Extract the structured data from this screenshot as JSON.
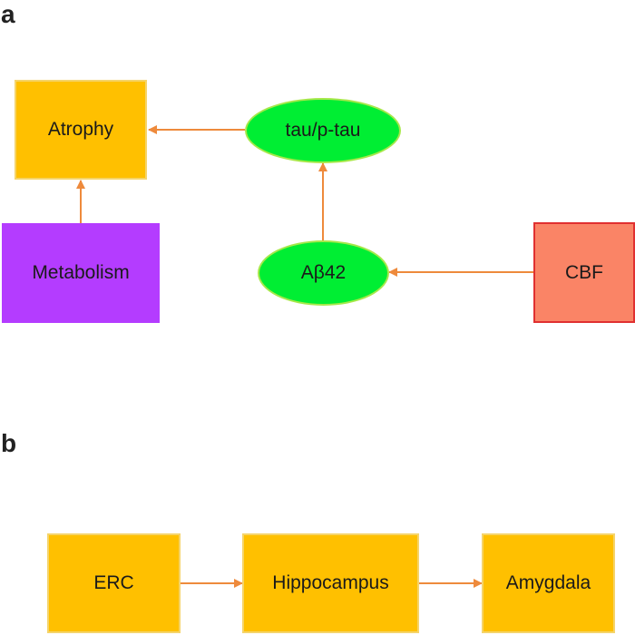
{
  "panels": {
    "a": {
      "label": "a",
      "nodes": {
        "atrophy": "Atrophy",
        "tau": "tau/p-tau",
        "metabolism": "Metabolism",
        "abeta": "Aβ42",
        "cbf": "CBF"
      }
    },
    "b": {
      "label": "b",
      "nodes": {
        "erc": "ERC",
        "hippocampus": "Hippocampus",
        "amygdala": "Amygdala"
      }
    }
  },
  "colors": {
    "arrow": "#ee8a3c",
    "box_yellow": "#ffc000",
    "purple": "#b43cff",
    "salmon": "#fa8466",
    "green": "#00ee33"
  }
}
